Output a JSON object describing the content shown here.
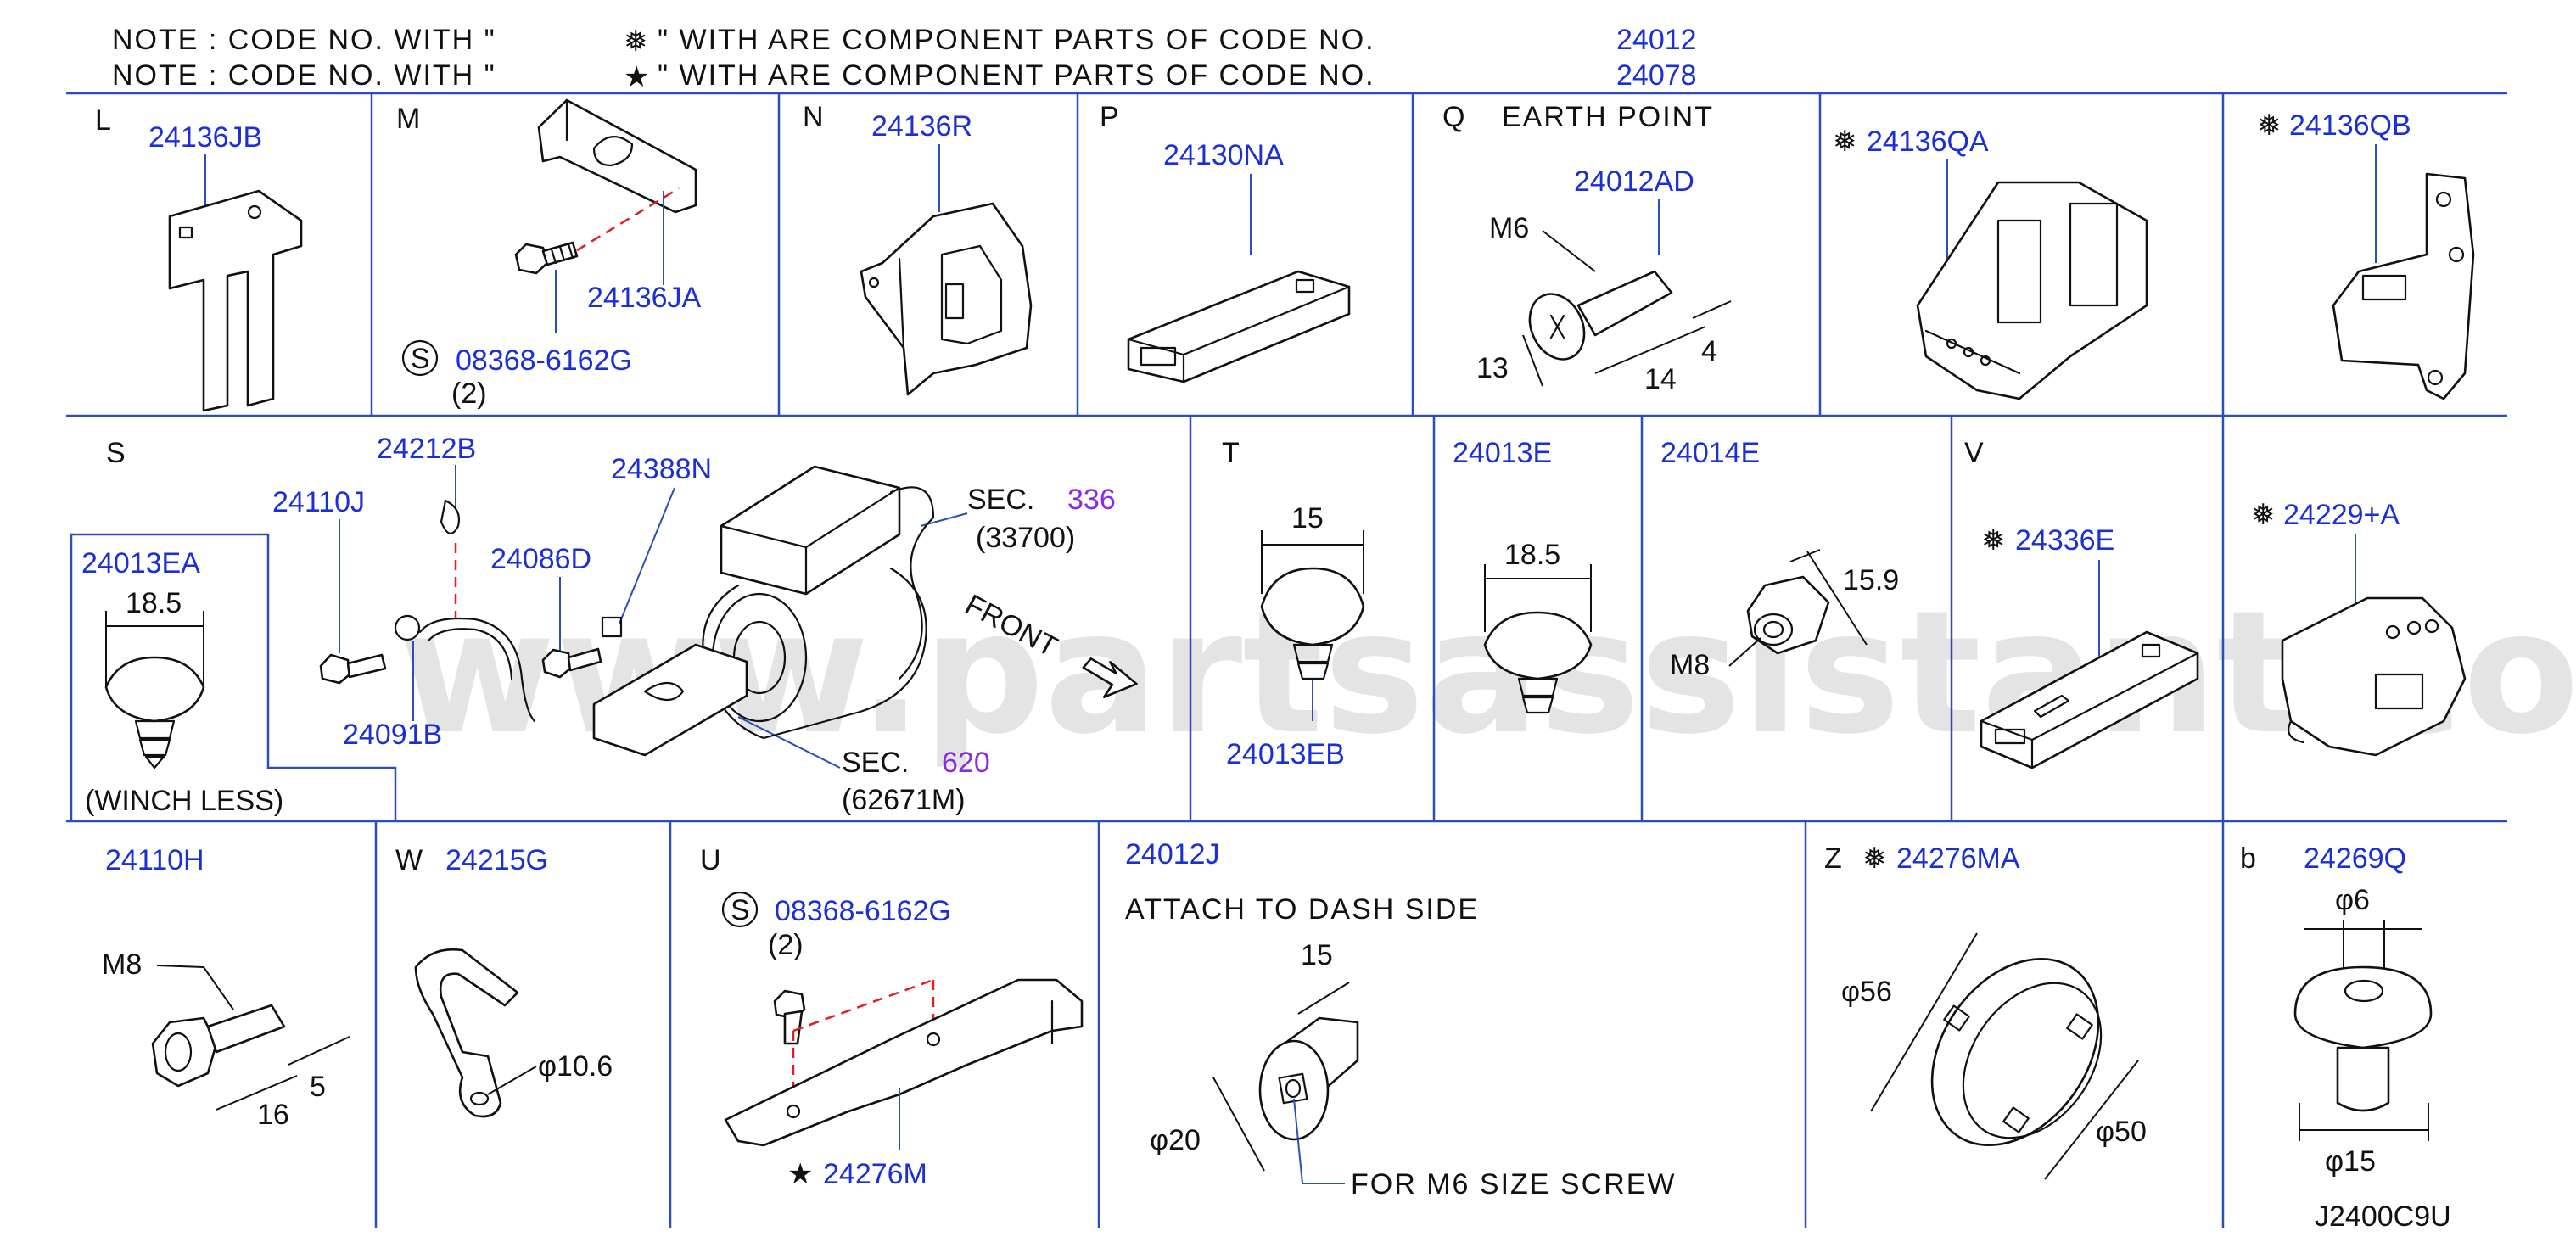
{
  "notes": [
    {
      "prefix": "NOTE  :  CODE  NO.  WITH  \"",
      "symbol": "❅",
      "suffix": "\"  WITH  ARE  COMPONENT  PARTS  OF  CODE  NO.",
      "code": "24012"
    },
    {
      "prefix": "NOTE  :  CODE  NO.  WITH  \"",
      "symbol": "★",
      "suffix": "\"  WITH  ARE  COMPONENT  PARTS  OF  CODE  NO.",
      "code": "24078"
    }
  ],
  "watermark": "www.partsassistant.com",
  "diagram_id": "J2400C9U",
  "colors": {
    "code": "#1b2fd6",
    "section": "#8a2be2",
    "frame": "#2a4fb8",
    "dashed_link": "#e02020"
  },
  "symbols": {
    "snow": "❅",
    "star": "★",
    "s_circle": "S"
  },
  "cells": {
    "L": {
      "letter": "L",
      "code": "24136JB"
    },
    "M": {
      "letter": "M",
      "code_bracket": "24136JA",
      "code_bolt": "08368-6162G",
      "qty": "(2)"
    },
    "N": {
      "letter": "N",
      "code": "24136R"
    },
    "P": {
      "letter": "P",
      "code": "24130NA"
    },
    "Q": {
      "letter": "Q",
      "title": "EARTH  POINT",
      "code": "24012AD",
      "thread": "M6",
      "dim_13": "13",
      "dim_14": "14",
      "dim_4": "4"
    },
    "QA": {
      "code": "24136QA"
    },
    "QB": {
      "code": "24136QB"
    },
    "S": {
      "letter": "S",
      "code_clip": "24212B",
      "code_bolt": "24110J",
      "code_harness": "24086D",
      "code_bracket": "24388N",
      "code_washer": "24091B",
      "sec1_label": "SEC.",
      "sec1_num": "336",
      "sec1_ref": "(33700)",
      "sec2_label": "SEC.",
      "sec2_num": "620",
      "sec2_ref": "(62671M)",
      "front": "FRONT",
      "inset_code": "24013EA",
      "inset_dim": "18.5",
      "inset_note": "(WINCH  LESS)"
    },
    "T": {
      "letter": "T",
      "dim": "15",
      "code": "24013EB"
    },
    "E13": {
      "code": "24013E",
      "dim": "18.5"
    },
    "E14": {
      "code": "24014E",
      "dim": "15.9",
      "thread": "M8"
    },
    "V": {
      "letter": "V",
      "code": "24336E"
    },
    "A229": {
      "code": "24229+A"
    },
    "H110": {
      "code": "24110H",
      "thread": "M8",
      "dim_16": "16",
      "dim_5": "5"
    },
    "W": {
      "letter": "W",
      "code": "24215G",
      "dim": "φ10.6"
    },
    "U": {
      "letter": "U",
      "code_bolt": "08368-6162G",
      "qty": "(2)",
      "code_plate": "24276M"
    },
    "J12": {
      "code": "24012J",
      "title": "ATTACH  TO  DASH  SIDE",
      "dim_15": "15",
      "dim_20": "φ20",
      "note": "FOR  M6  SIZE  SCREW"
    },
    "Z": {
      "letter": "Z",
      "code": "24276MA",
      "dim_56": "φ56",
      "dim_50": "φ50"
    },
    "b": {
      "letter": "b",
      "code": "24269Q",
      "dim_6": "φ6",
      "dim_15": "φ15"
    }
  }
}
